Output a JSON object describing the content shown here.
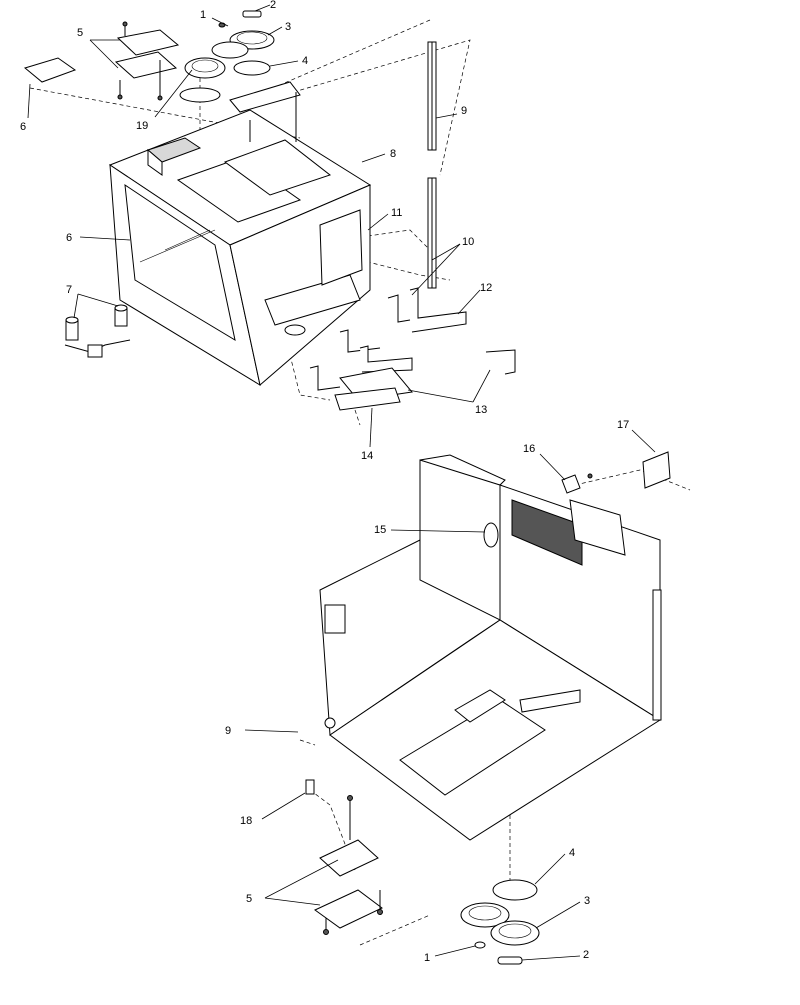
{
  "callouts": [
    {
      "id": "c1a",
      "text": "1"
    },
    {
      "id": "c2a",
      "text": "2"
    },
    {
      "id": "c3a",
      "text": "3"
    },
    {
      "id": "c4a",
      "text": "4"
    },
    {
      "id": "c5a",
      "text": "5"
    },
    {
      "id": "c6a",
      "text": "6"
    },
    {
      "id": "c6b",
      "text": "6"
    },
    {
      "id": "c7",
      "text": "7"
    },
    {
      "id": "c8",
      "text": "8"
    },
    {
      "id": "c9a",
      "text": "9"
    },
    {
      "id": "c10",
      "text": "10"
    },
    {
      "id": "c11",
      "text": "11"
    },
    {
      "id": "c12",
      "text": "12"
    },
    {
      "id": "c13",
      "text": "13"
    },
    {
      "id": "c14",
      "text": "14"
    },
    {
      "id": "c19",
      "text": "19"
    },
    {
      "id": "c15",
      "text": "15"
    },
    {
      "id": "c16",
      "text": "16"
    },
    {
      "id": "c17",
      "text": "17"
    },
    {
      "id": "c9b",
      "text": "9"
    },
    {
      "id": "c18",
      "text": "18"
    },
    {
      "id": "c5b",
      "text": "5"
    },
    {
      "id": "c4b",
      "text": "4"
    },
    {
      "id": "c3b",
      "text": "3"
    },
    {
      "id": "c1b",
      "text": "1"
    },
    {
      "id": "c2b",
      "text": "2"
    }
  ]
}
